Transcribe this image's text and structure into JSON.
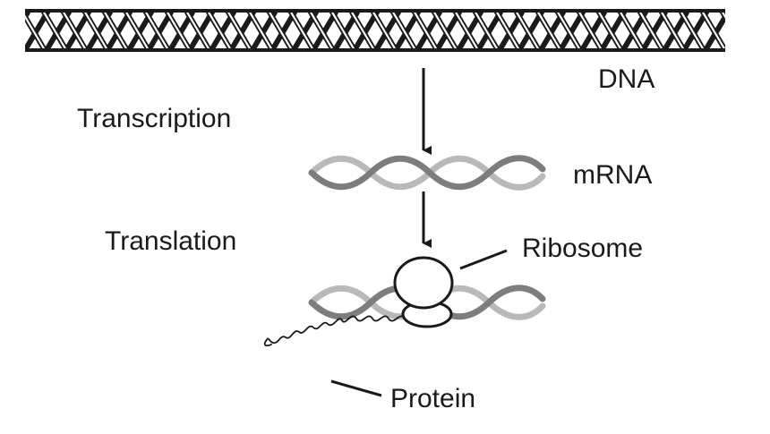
{
  "labels": {
    "dna": "DNA",
    "transcription": "Transcription",
    "mrna": "mRNA",
    "translation": "Translation",
    "ribosome": "Ribosome",
    "protein": "Protein"
  },
  "colors": {
    "ink": "#1a1a1a",
    "strand_light": "#b9b9b9",
    "strand_dark": "#7d7d7d"
  }
}
